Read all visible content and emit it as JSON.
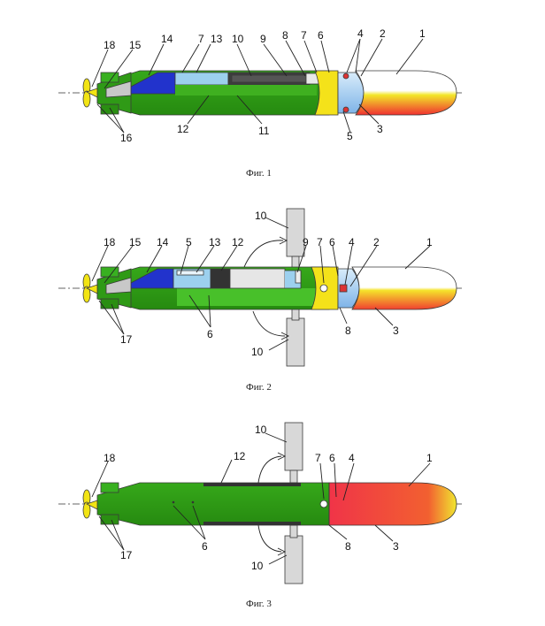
{
  "captions": [
    "Фиг. 1",
    "Фиг. 2",
    "Фиг. 3"
  ],
  "fig1": {
    "labels": {
      "l18": "18",
      "l15": "15",
      "l14": "14",
      "l7a": "7",
      "l13": "13",
      "l10": "10",
      "l9": "9",
      "l8": "8",
      "l7b": "7",
      "l6": "6",
      "l4": "4",
      "l2": "2",
      "l1": "1",
      "l16": "16",
      "l12": "12",
      "l11": "11",
      "l5": "5",
      "l3": "3"
    }
  },
  "fig2": {
    "labels": {
      "l10a": "10",
      "l18": "18",
      "l15": "15",
      "l14": "14",
      "l5": "5",
      "l13": "13",
      "l12": "12",
      "l9": "9",
      "l7": "7",
      "l6a": "6",
      "l4": "4",
      "l2": "2",
      "l1": "1",
      "l17": "17",
      "l6b": "6",
      "l8": "8",
      "l3": "3",
      "l10b": "10"
    }
  },
  "fig3": {
    "labels": {
      "l10a": "10",
      "l18": "18",
      "l12": "12",
      "l7": "7",
      "l6a": "6",
      "l4": "4",
      "l1": "1",
      "l17": "17",
      "l6b": "6",
      "l8": "8",
      "l3": "3",
      "l10b": "10"
    }
  },
  "colors": {
    "hull_green": "#2e9a14",
    "hull_green_light": "#48c02a",
    "nose_red": "#f03030",
    "nose_yellow": "#f2e628",
    "battery_blue": "#2233cc",
    "panel_light_blue": "#9cd0ee",
    "compartment_yellow": "#f4e21a",
    "propeller_yellow": "#f2e414"
  }
}
